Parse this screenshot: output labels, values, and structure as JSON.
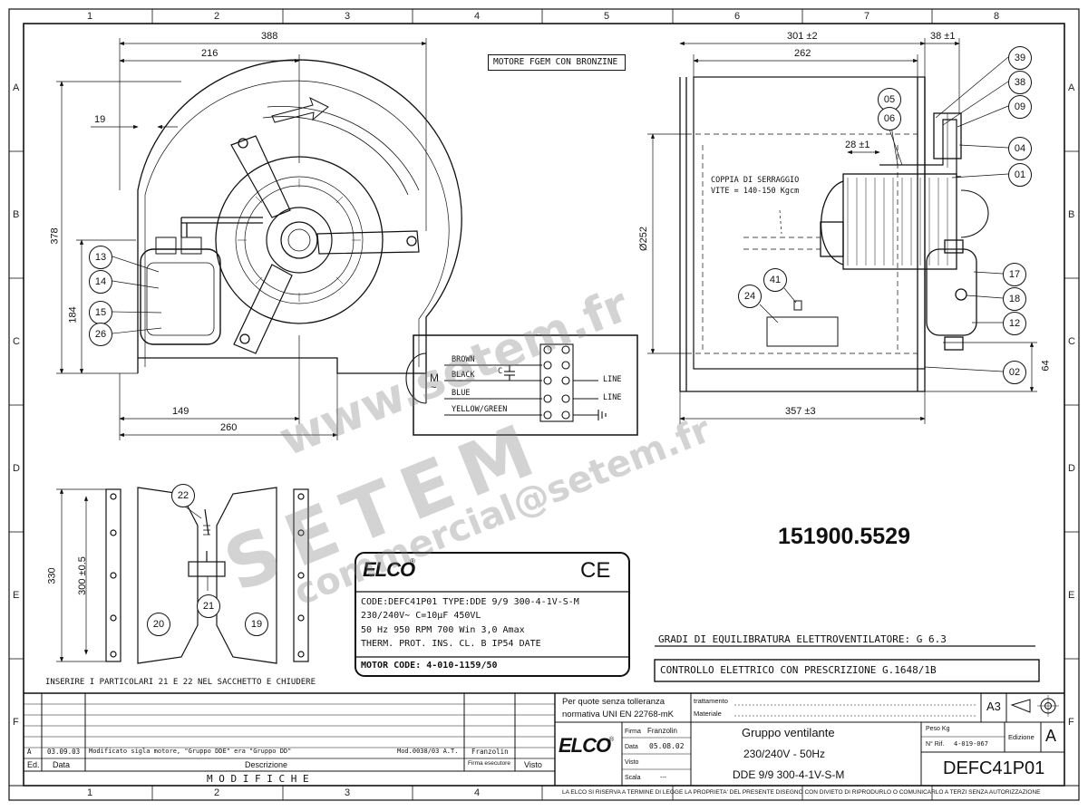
{
  "frame": {
    "columns": [
      "1",
      "2",
      "3",
      "4",
      "5",
      "6",
      "7",
      "8"
    ],
    "rows": [
      "A",
      "B",
      "C",
      "D",
      "E",
      "F"
    ]
  },
  "notes": {
    "motor_note": "MOTORE FGEM CON BRONZINE",
    "insert_note": "INSERIRE I PARTICOLARI 21 E 22 NEL SACCHETTO E CHIUDERE",
    "torque_line1": "COPPIA DI SERRAGGIO",
    "torque_line2": "VITE = 140-150 Kgcm",
    "balancing": "GRADI DI EQUILIBRATURA ELETTROVENTILATORE: G 6.3",
    "electrical_check": "CONTROLLO ELETTRICO CON PRESCRIZIONE G.1648/1B",
    "part_number": "151900.5529"
  },
  "dimensions": {
    "front": [
      "388",
      "216",
      "19",
      "378",
      "184",
      "149",
      "260"
    ],
    "side": [
      "301 ±2",
      "262",
      "38 ±1",
      "28 ±1",
      "Ø252",
      "357 ±3",
      "64"
    ],
    "bracket": [
      "330",
      "300 ±0.5"
    ]
  },
  "callouts": {
    "front": [
      "13",
      "14",
      "15",
      "26"
    ],
    "side": [
      "39",
      "38",
      "09",
      "05",
      "06",
      "04",
      "01",
      "41",
      "24",
      "17",
      "18",
      "12",
      "02"
    ],
    "bracket": [
      "22",
      "21",
      "20",
      "19"
    ]
  },
  "wiring": {
    "motor_symbol": "M",
    "motor_sub": "~",
    "wires": [
      "BROWN",
      "BLACK",
      "BLUE",
      "YELLOW/GREEN"
    ],
    "capacitor": "C",
    "line1": "LINE",
    "line2": "LINE"
  },
  "nameplate": {
    "brand": "ELCO",
    "reg": "®",
    "ce": "CE",
    "line1": "CODE:DEFC41P01    TYPE:DDE 9/9 300-4-1V-S-M",
    "line2": "230/240V∼    C=10μF    450VL",
    "line3": "50 Hz     950 RPM     700 Win     3,0 Amax",
    "line4": "THERM. PROT.    INS. CL. B    IP54     DATE",
    "line5": "MOTOR CODE:  4-010-1159/50"
  },
  "title_block": {
    "tolerance1": "Per quote senza tolleranza",
    "tolerance2": "normativa UNI EN 22768-mK",
    "trattamento": "trattamento",
    "materiale": "Materiale",
    "format": "A3",
    "firma_label": "Firma",
    "firma_value": "Franzolin",
    "data_label": "Data",
    "data_value": "05.08.02",
    "visto_label": "Visto",
    "scala_label": "Scala",
    "scala_value": "---",
    "title1": "Gruppo ventilante",
    "title2": "230/240V  -  50Hz",
    "title3": "DDE 9/9 300-4-1V-S-M",
    "peso_label": "Peso Kg",
    "rif_label": "N° Rif.",
    "rif_value": "4-019-067",
    "edizione_label": "Edizione",
    "edizione_value": "A",
    "code": "DEFC41P01",
    "logo": "ELCO",
    "logo_reg": "®"
  },
  "revisions": {
    "rows": [
      {
        "ed": "A",
        "data": "03.09.03",
        "descr": "Modificato sigla motore, \"Gruppo DDE\" era \"Gruppo DD\"",
        "mod": "Mod.0038/03 A.T.",
        "firma": "Franzolin"
      }
    ],
    "col_ed": "Ed.",
    "col_data": "Data",
    "col_descr": "Descrizione",
    "col_firma": "Firma esecutore",
    "col_visto": "Visto",
    "footer": "M O D I F I C H E"
  },
  "legal": "LA ELCO SI RISERVA A TERMINE DI LEGGE LA PROPRIETA' DEL PRESENTE DISEGNO CON DIVIETO DI RIPRODURLO O COMUNICARLO A TERZI SENZA AUTORIZZAZIONE",
  "watermarks": [
    "www.setem.fr",
    "SETEM",
    "commercial@setem.fr"
  ]
}
